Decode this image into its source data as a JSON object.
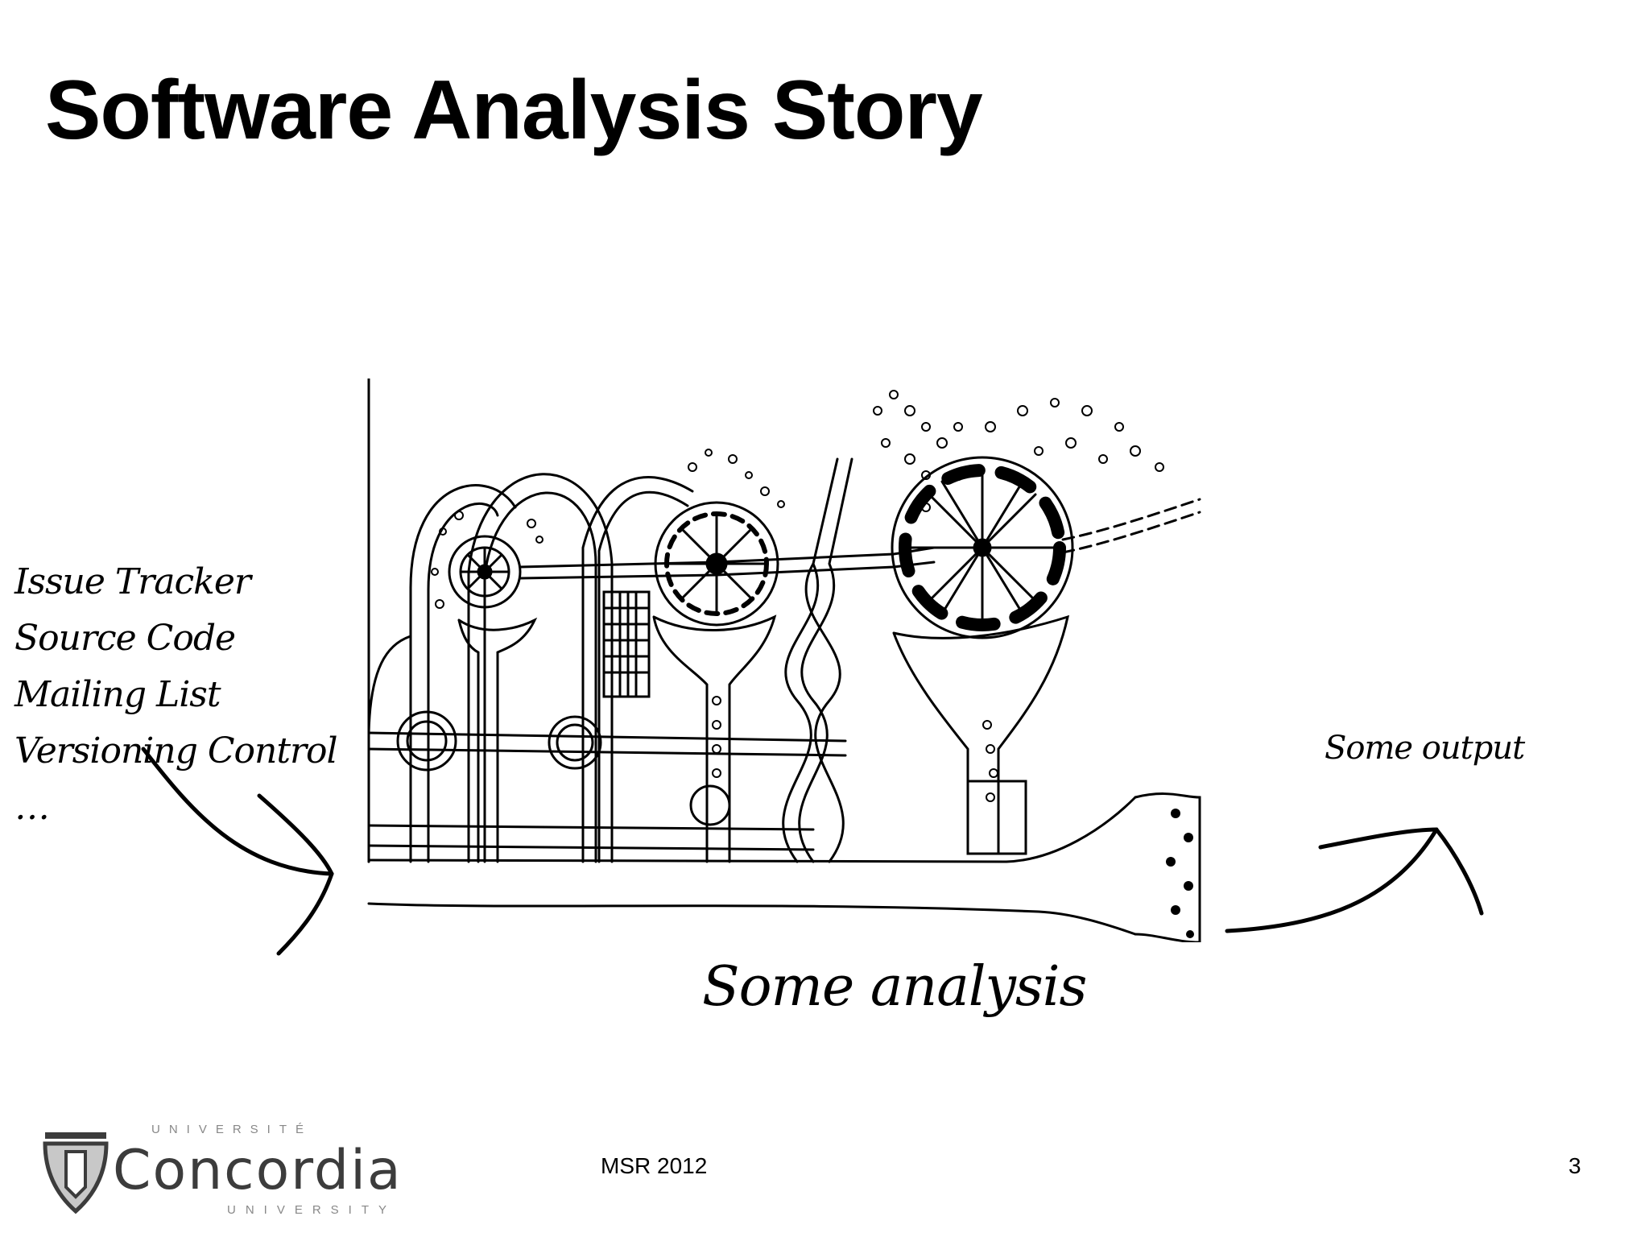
{
  "slide": {
    "title": "Software Analysis Story",
    "sources": [
      "Issue Tracker",
      "Source Code",
      "Mailing List",
      "Versioning Control",
      "…"
    ],
    "analysis_label": "Some analysis",
    "output_label": "Some output",
    "footer_text": "MSR 2012",
    "page_number": "3"
  },
  "logo": {
    "top_text": "UNIVERSITÉ",
    "name": "Concordia",
    "bottom_text": "UNIVERSITY"
  }
}
